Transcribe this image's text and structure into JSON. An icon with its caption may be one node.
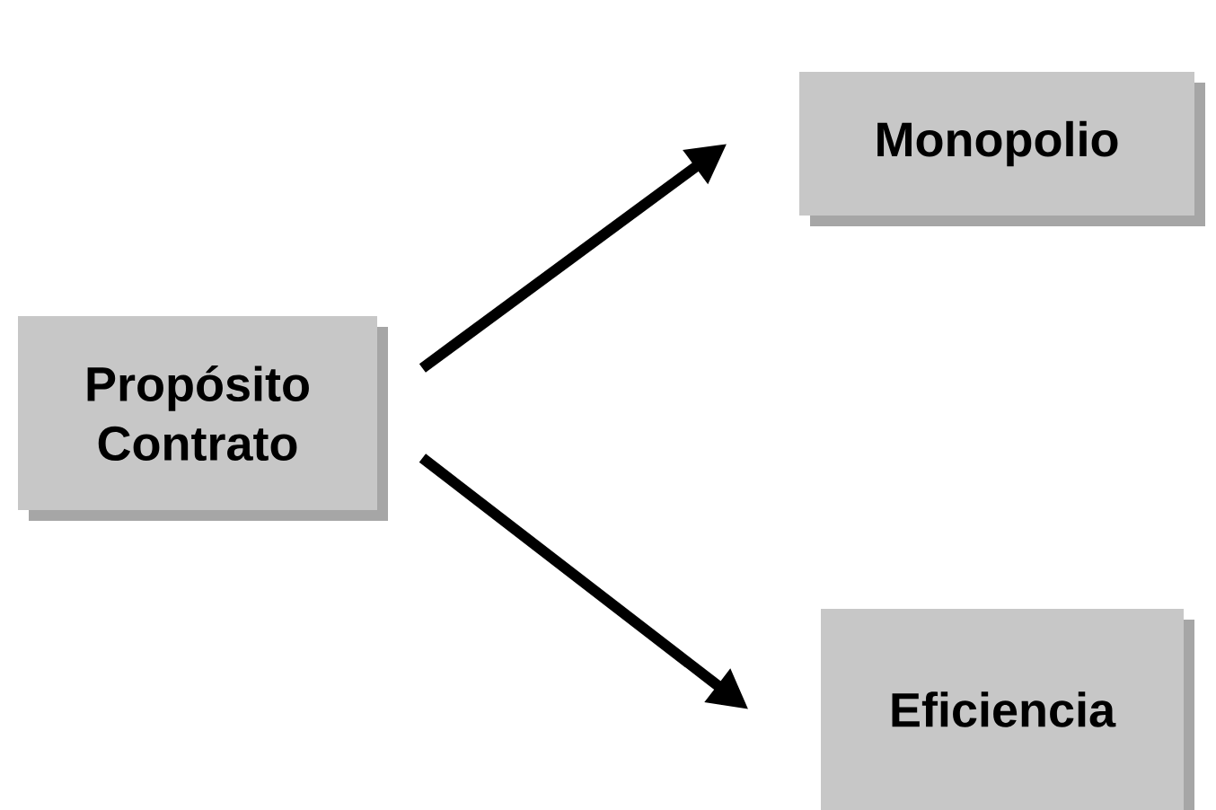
{
  "diagram": {
    "nodes": [
      {
        "text": [
          "Propósito Contrato"
        ]
      },
      {
        "text": [
          "Monopolio"
        ]
      },
      {
        "text": [
          "Eficiencia"
        ]
      }
    ],
    "edges": [
      {
        "from": 0,
        "to": 1,
        "arrow": "to"
      },
      {
        "from": 0,
        "to": 2,
        "arrow": "to"
      }
    ]
  }
}
